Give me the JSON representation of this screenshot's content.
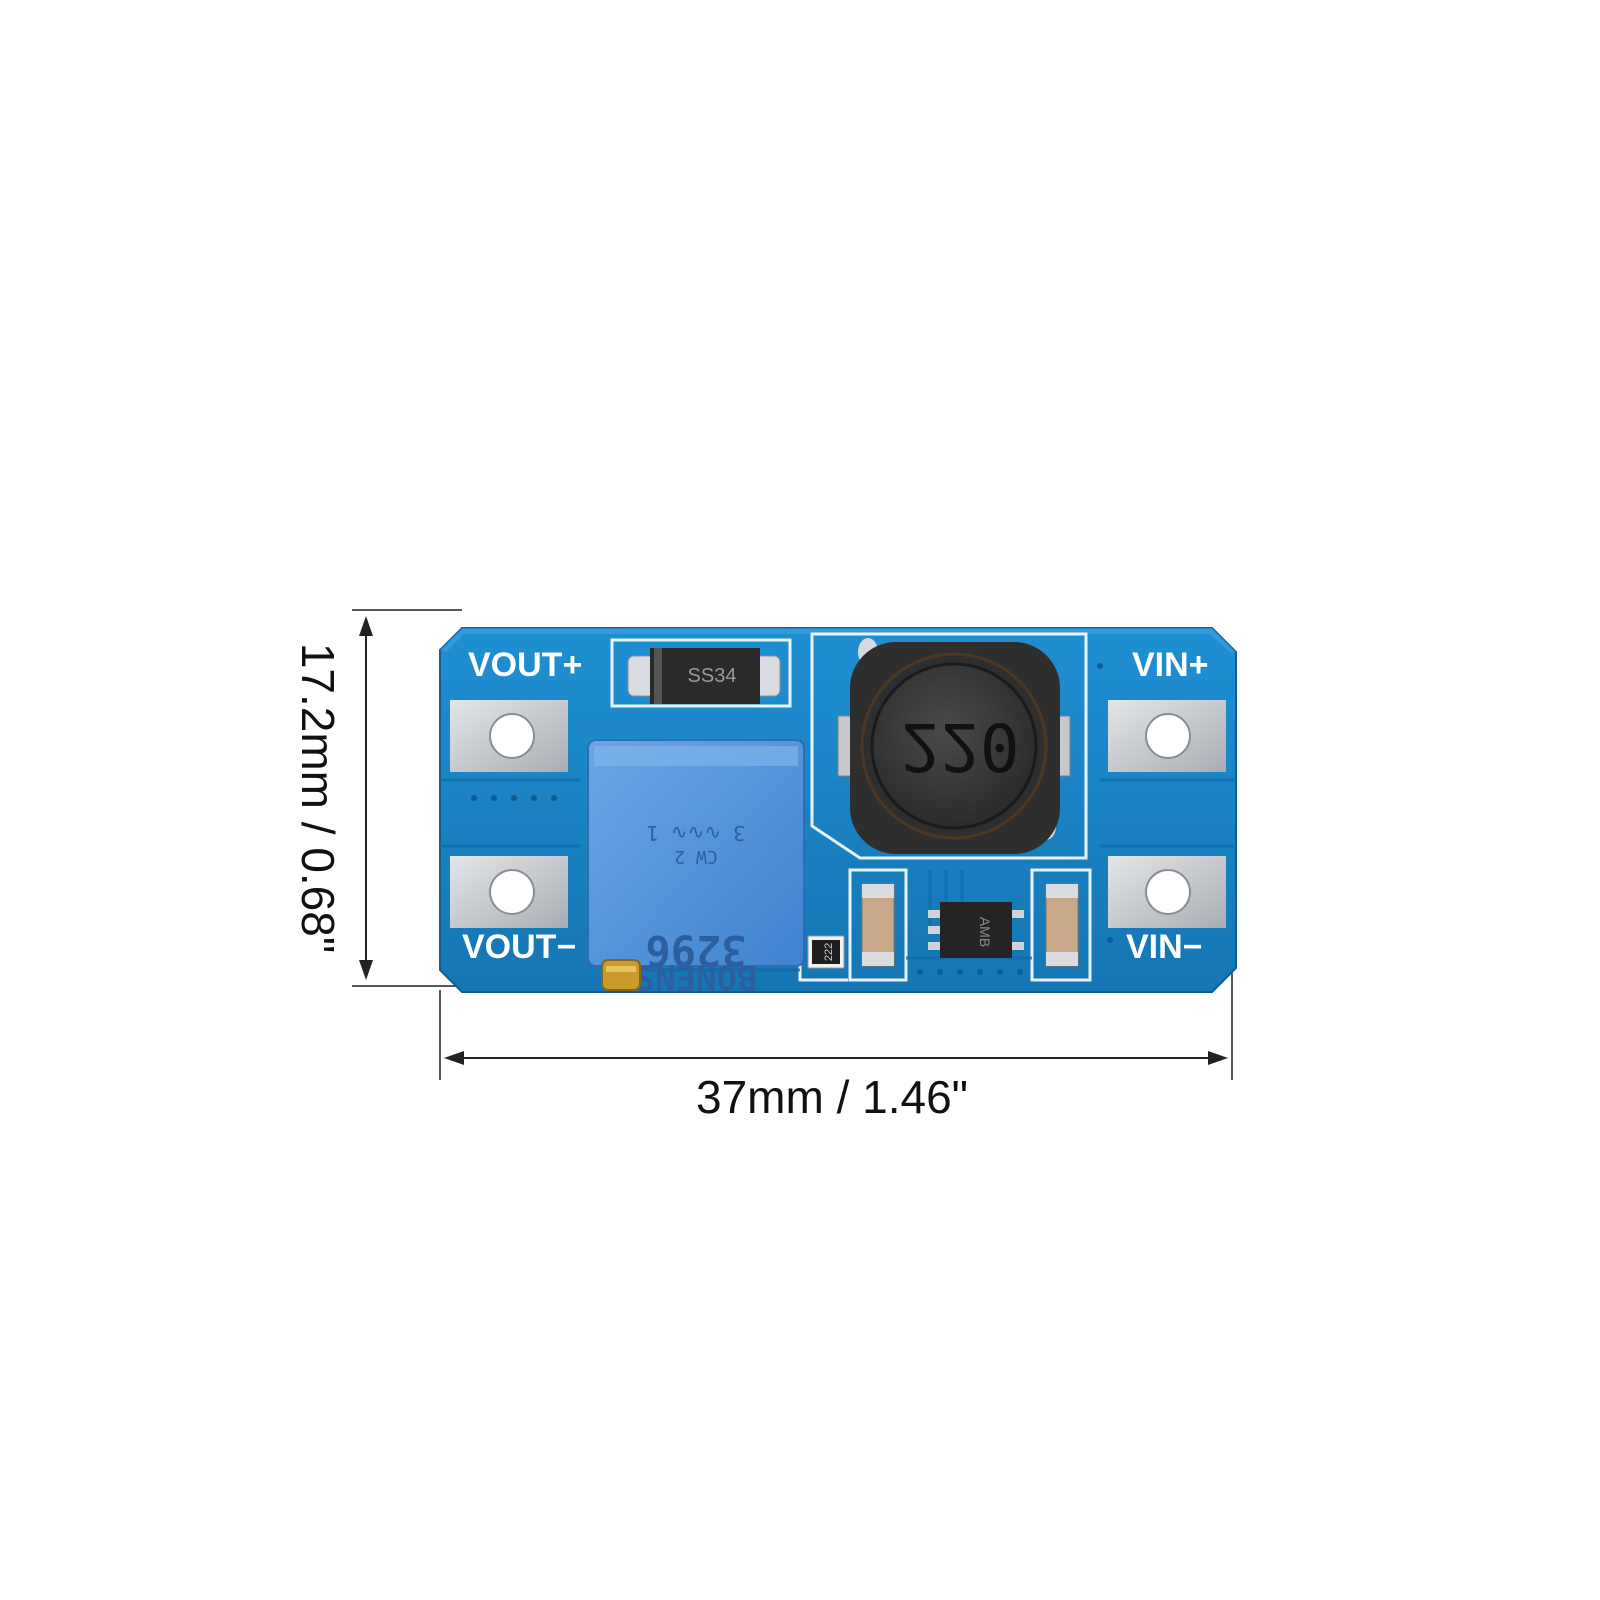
{
  "dimensions": {
    "height_label": "17.2mm / 0.68\"",
    "width_label": "37mm / 1.46\""
  },
  "board": {
    "silkscreen": {
      "vout_plus": "VOUT+",
      "vout_minus": "VOUT−",
      "vin_plus": "VIN+",
      "vin_minus": "VIN−"
    },
    "diode_marking": "SS34",
    "inductor_marking": "220",
    "resistor_marking": "222",
    "ic_marking": "AMB",
    "potentiometer": {
      "brand": "BONENS",
      "model": "3296",
      "pin_markings": "3 ∿∿∿ 1",
      "cw_marking": "CW 2"
    },
    "pcb_color": "#1c86c8",
    "pot_color": "#4a8fd9",
    "inductor_color": "#3b3b3b",
    "pad_color": "#c9ccd0"
  }
}
